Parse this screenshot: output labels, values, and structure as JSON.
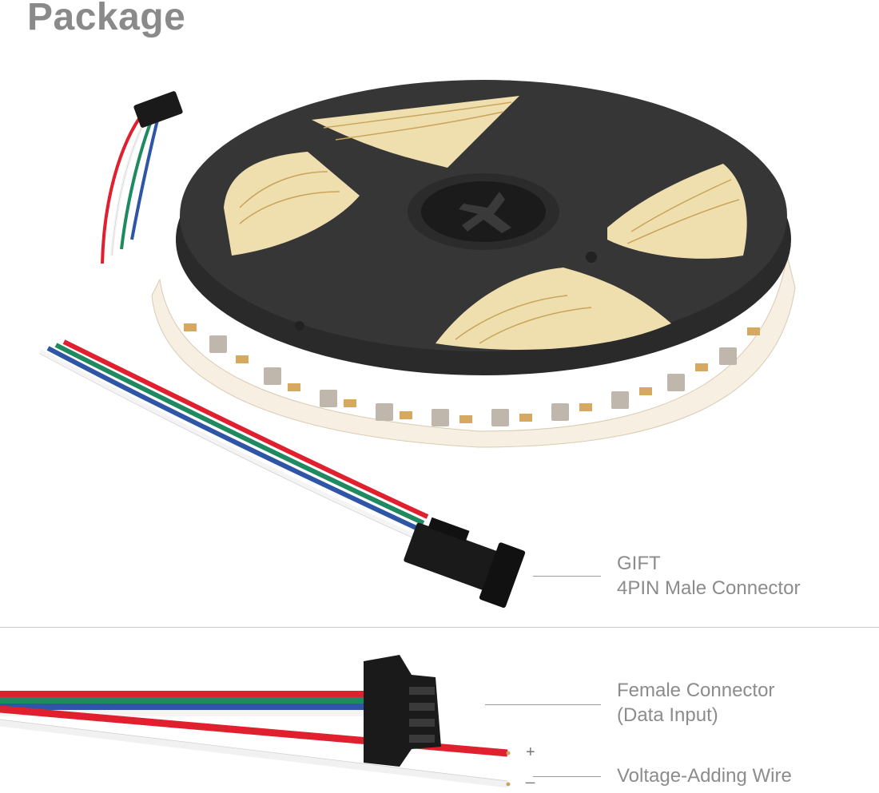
{
  "title": "Package",
  "gift": {
    "line1": "GIFT",
    "line2": "4PIN Male Connector"
  },
  "female": {
    "line1": "Female Connector",
    "line2": "(Data Input)"
  },
  "voltage": {
    "label": "Voltage-Adding Wire",
    "plus": "+",
    "minus": "_"
  },
  "colors": {
    "red": "#e0202e",
    "green": "#1f8a5f",
    "blue": "#2f56a6",
    "white": "#f4f4f4",
    "reel": "#333333",
    "connector": "#1a1a1a",
    "text": "#8c8c8c"
  }
}
